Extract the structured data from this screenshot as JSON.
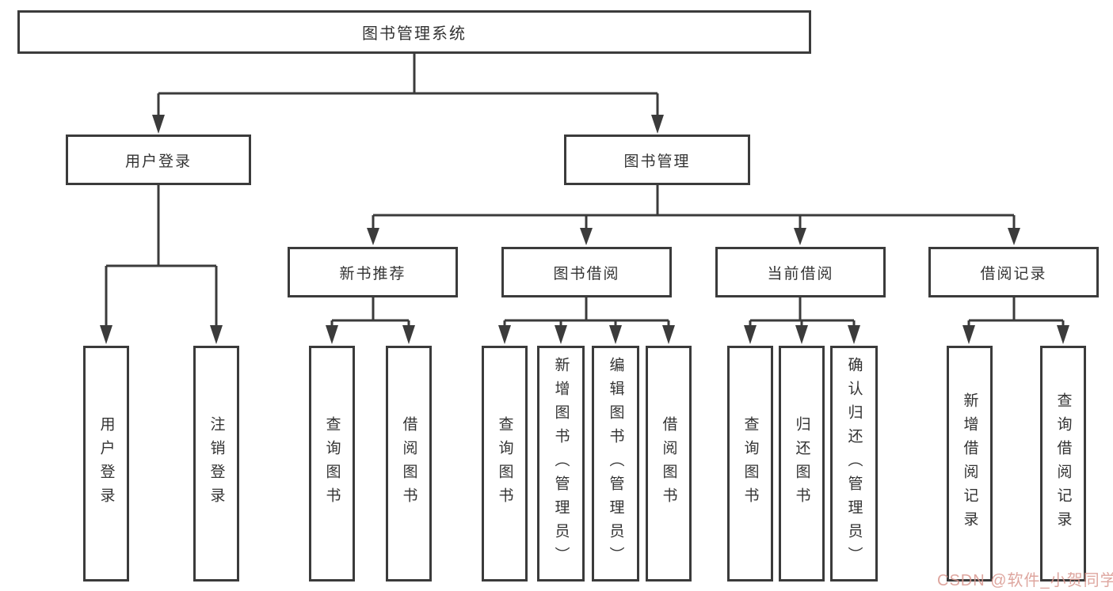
{
  "tree": {
    "root": {
      "label": "图书管理系统"
    },
    "branches": [
      {
        "label": "用户登录",
        "children": [
          {
            "label": "用户登录"
          },
          {
            "label": "注销登录"
          }
        ]
      },
      {
        "label": "图书管理",
        "children": [
          {
            "label": "新书推荐",
            "children": [
              {
                "label": "查询图书"
              },
              {
                "label": "借阅图书"
              }
            ]
          },
          {
            "label": "图书借阅",
            "children": [
              {
                "label": "查询图书"
              },
              {
                "label": "新增图书（管理员）"
              },
              {
                "label": "编辑图书（管理员）"
              },
              {
                "label": "借阅图书"
              }
            ]
          },
          {
            "label": "当前借阅",
            "children": [
              {
                "label": "查询图书"
              },
              {
                "label": "归还图书"
              },
              {
                "label": "确认归还（管理员）"
              }
            ]
          },
          {
            "label": "借阅记录",
            "children": [
              {
                "label": "新增借阅记录"
              },
              {
                "label": "查询借阅记录"
              }
            ]
          }
        ]
      }
    ]
  },
  "watermark": {
    "text": "CSDN @软件_小贺同学",
    "color": "#d8968e"
  },
  "colors": {
    "line": "#3b3b3b",
    "box_border": "#3b3b3b",
    "text": "#333333",
    "background": "#ffffff"
  }
}
